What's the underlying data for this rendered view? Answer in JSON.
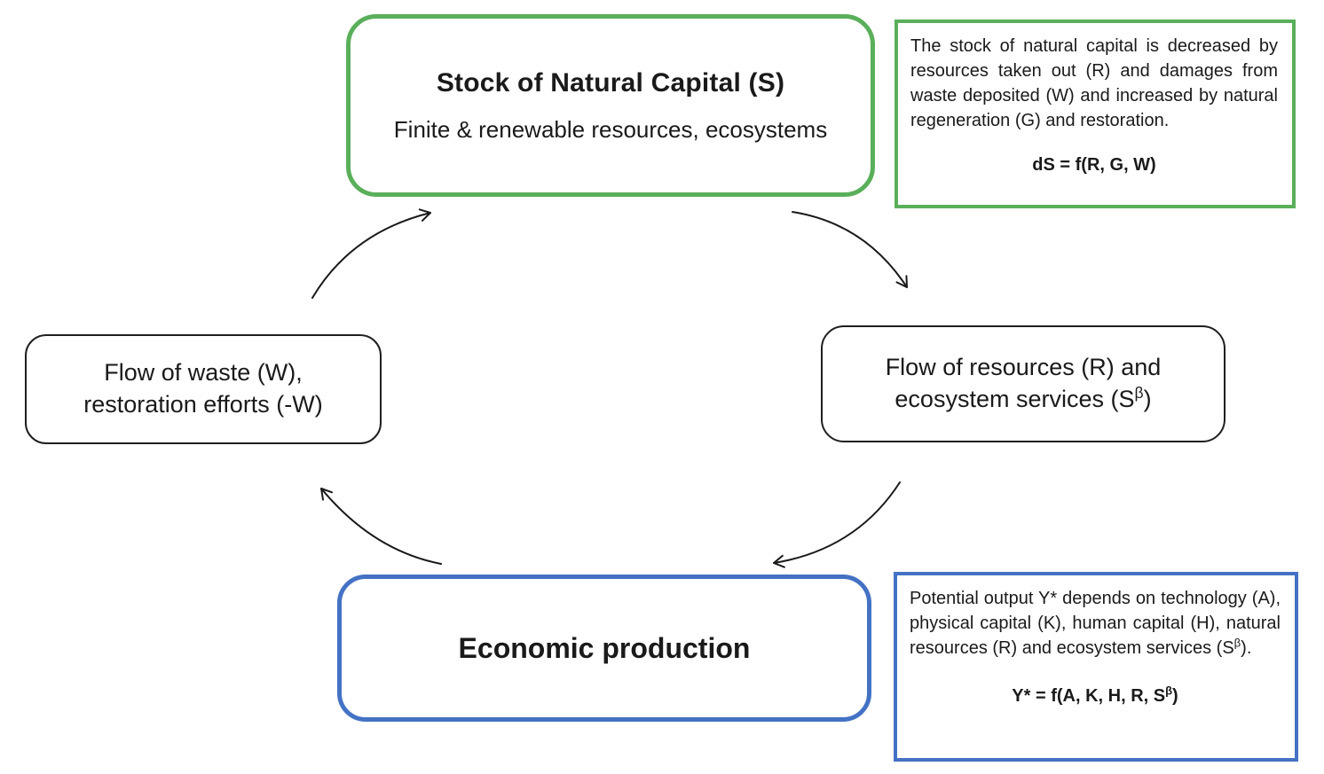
{
  "colors": {
    "green": "#5aaf5a",
    "blue": "#4472c4",
    "line": "#1a1a1a"
  },
  "nodes": {
    "stock": {
      "title": "Stock of Natural Capital (S)",
      "subtitle": "Finite & renewable resources, ecosystems"
    },
    "waste": {
      "line1": "Flow of waste (W),",
      "line2": "restoration efforts (-W)"
    },
    "resources": {
      "line1": "Flow of resources (R) and",
      "line2_pre": "ecosystem services (S",
      "line2_sup": "β",
      "line2_post": ")"
    },
    "production": {
      "title": "Economic production"
    }
  },
  "notes": {
    "stock": {
      "body": "The stock of natural capital is decreased by resources taken out (R) and damages from waste deposited (W) and increased  by natural regeneration (G) and restoration.",
      "formula": "dS = f(R, G, W)"
    },
    "production": {
      "body_pre": "Potential output Y* depends on technology (A), physical capital (K), human capital (H), natural resources (R)  and ecosystem services (S",
      "body_sup": "β",
      "body_post": ").",
      "formula_pre": "Y* = f(A, K, H, R, S",
      "formula_sup": "β",
      "formula_post": ")"
    }
  },
  "arrows": [
    {
      "from": "waste",
      "to": "stock"
    },
    {
      "from": "stock",
      "to": "resources"
    },
    {
      "from": "resources",
      "to": "production"
    },
    {
      "from": "production",
      "to": "waste"
    }
  ]
}
